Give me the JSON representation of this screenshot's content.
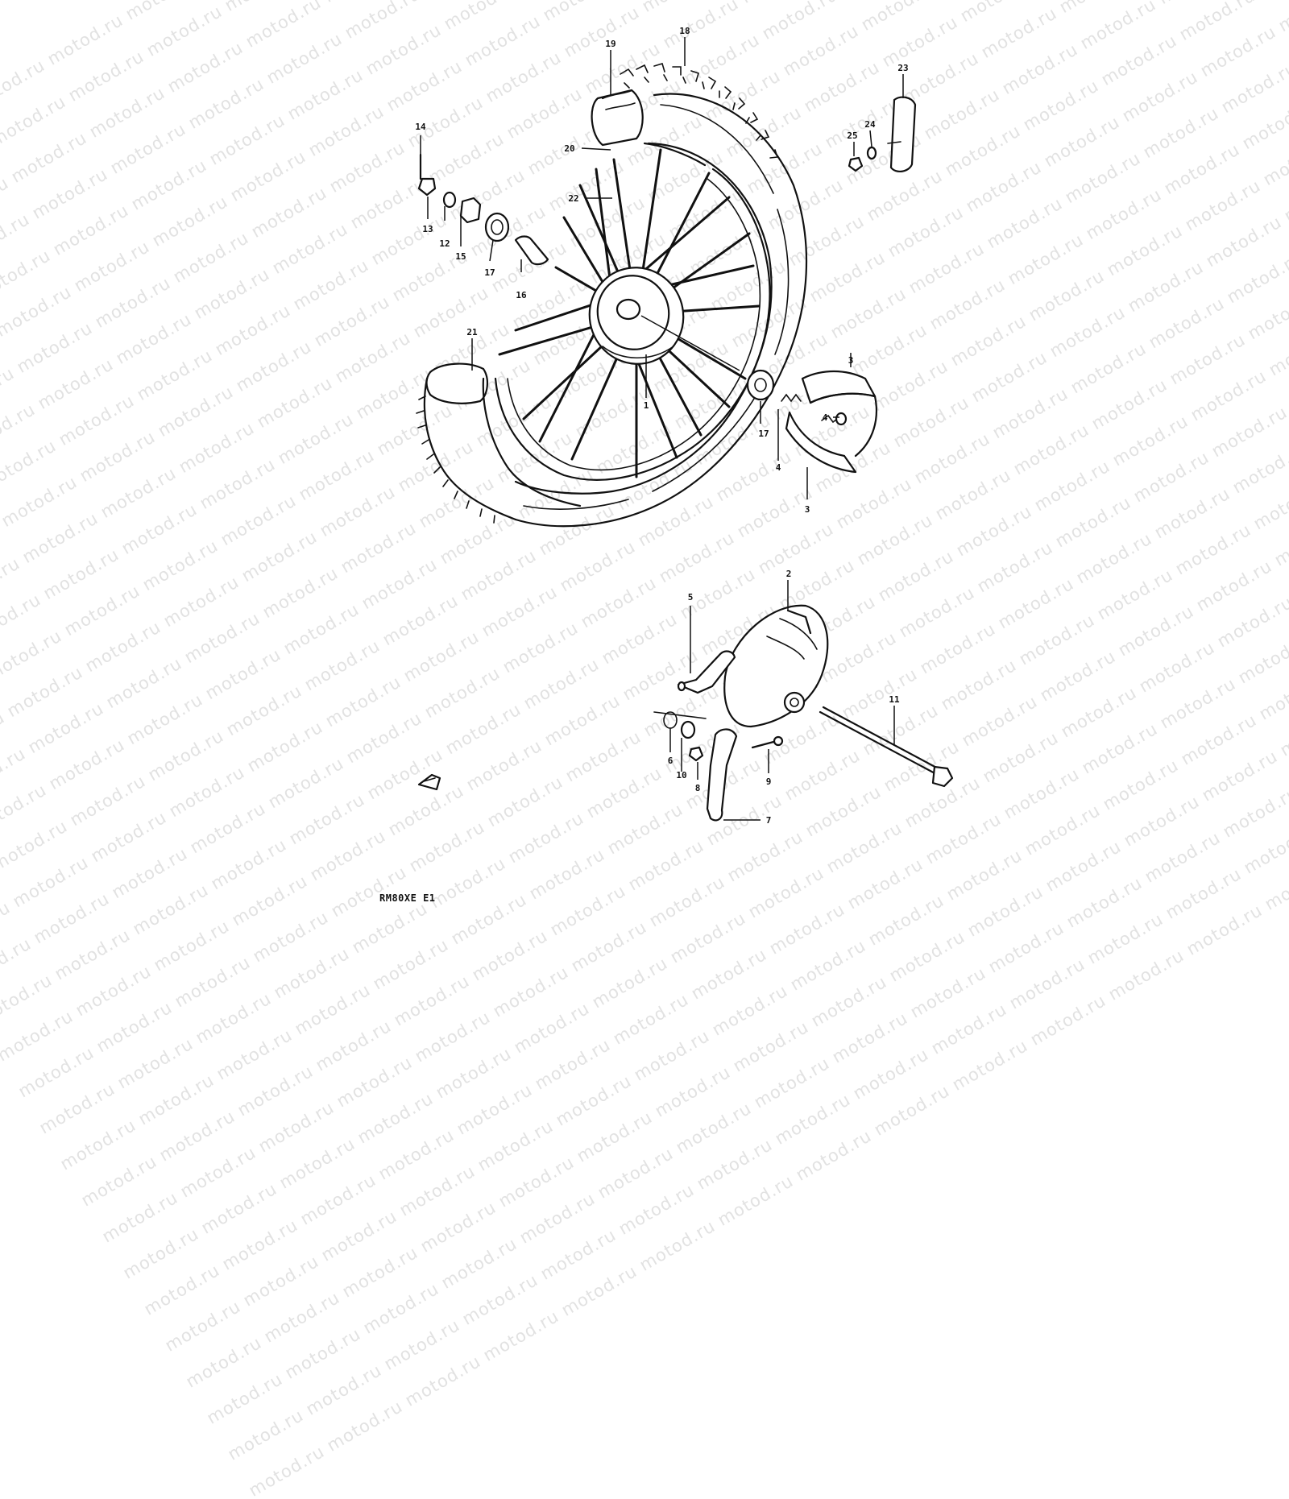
{
  "watermark": {
    "text": "motod.ru"
  },
  "caption": "RM80XE E1",
  "callouts": {
    "n1": "1",
    "n2": "2",
    "n3a": "3",
    "n3b": "3",
    "n4a": "4",
    "n4b": "4",
    "n5": "5",
    "n6": "6",
    "n7": "7",
    "n8": "8",
    "n9": "9",
    "n10": "10",
    "n11": "11",
    "n12": "12",
    "n13": "13",
    "n14": "14",
    "n15": "15",
    "n16": "16",
    "n17a": "17",
    "n17b": "17",
    "n18": "18",
    "n19": "19",
    "n20": "20",
    "n21": "21",
    "n22": "22",
    "n23": "23",
    "n24": "24",
    "n25": "25"
  }
}
